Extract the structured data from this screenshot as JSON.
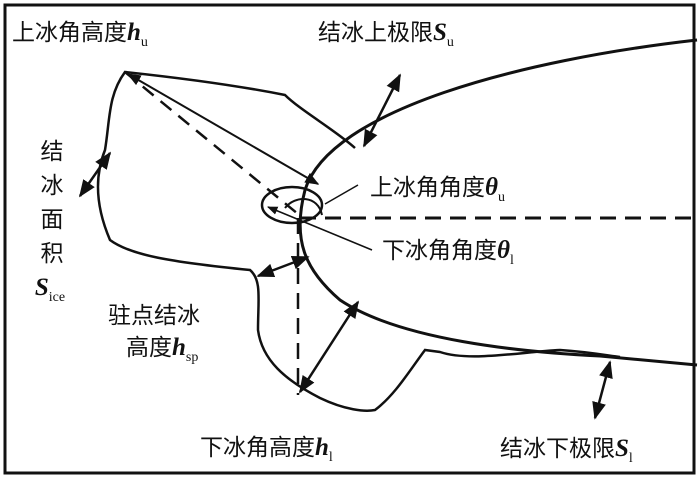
{
  "labels": {
    "upper_horn_height": {
      "text": "上冰角高度",
      "sym": "h",
      "sub": "u"
    },
    "upper_limit": {
      "text": "结冰上极限",
      "sym": "S",
      "sub": "u"
    },
    "ice_area": {
      "chars": [
        "结",
        "冰",
        "面",
        "积"
      ],
      "sym": "S",
      "sub": "ice"
    },
    "upper_horn_angle": {
      "text": "上冰角角度",
      "sym": "θ",
      "sub": "u"
    },
    "lower_horn_angle": {
      "text": "下冰角角度",
      "sym": "θ",
      "sub": "l"
    },
    "stagnation_height": {
      "line1": "驻点结冰",
      "text": "高度",
      "sym": "h",
      "sub": "sp"
    },
    "lower_horn_height": {
      "text": "下冰角高度",
      "sym": "h",
      "sub": "l"
    },
    "lower_limit": {
      "text": "结冰下极限",
      "sym": "S",
      "sub": "l"
    }
  }
}
